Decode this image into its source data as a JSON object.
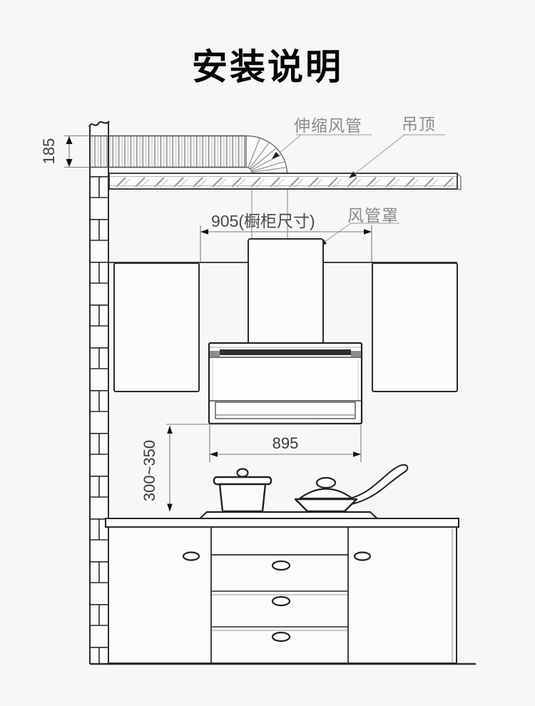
{
  "title": "安装说明",
  "labels": {
    "telescopic_duct": "伸缩风管",
    "suspended_ceiling": "吊顶",
    "duct_cover": "风管罩"
  },
  "dimensions": {
    "duct_diameter": "185",
    "cabinet_width": "905(橱柜尺寸)",
    "hood_width": "895",
    "hood_to_cooktop_range": "300~350"
  },
  "colors": {
    "background": "#f7f7f7",
    "line": "#2b2b2b",
    "label_text": "#8a8a8a",
    "dimension_text": "#3c3c3c",
    "hood_glass": "#303030"
  }
}
